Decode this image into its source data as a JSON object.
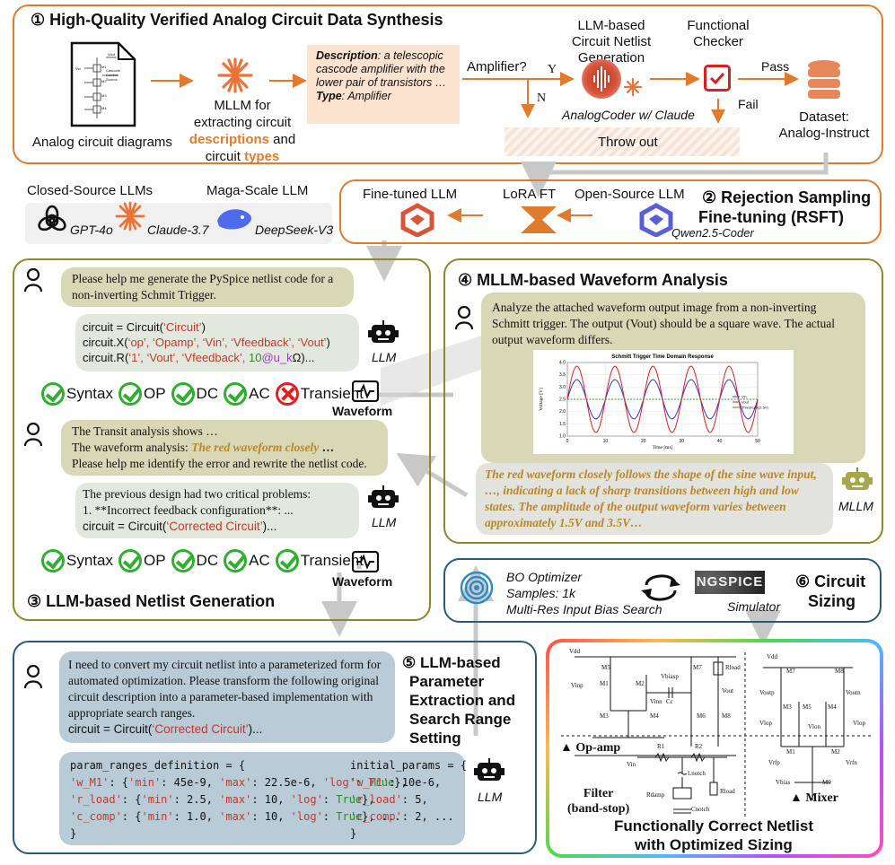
{
  "colors": {
    "orange": "#e07a2c",
    "olive": "#8a8a2c",
    "navy": "#2a5a7a",
    "olive_bubble": "#d9d8b6",
    "sage_bubble": "#e3e8df",
    "gray_bubble": "#e3e3dd",
    "blue_bubble": "#b9cbd6",
    "gold": "#b8862b"
  },
  "s1": {
    "title": "① High-Quality Verified Analog Circuit Data Synthesis",
    "diagram_label": "Analog circuit diagrams",
    "mllm_line1": "MLLM for",
    "mllm_line2": "extracting circuit",
    "mllm_desc": "descriptions",
    "mllm_and": " and",
    "mllm_circuit": "circuit ",
    "mllm_types": "types",
    "desc_label": "Description",
    "desc_text": ": a telescopic cascode amplifier with the lower pair of transistors …",
    "type_label": "Type",
    "type_text": ": Amplifier",
    "question": "Amplifier?",
    "yes": "Y",
    "no": "N",
    "gen_title": "LLM-based Circuit Netlist Generation",
    "gen_sub": "AnalogCoder w/ Claude",
    "checker_title": "Functional Checker",
    "pass": "Pass",
    "fail": "Fail",
    "throw": "Throw out",
    "dataset": "Dataset:",
    "dataset2": "Analog-Instruct",
    "mini": {
      "vout": "Vout",
      "vin": "Vin",
      "m1": "M1",
      "m2": "M2",
      "m3": "M3",
      "m4": "M4",
      "cascode": "Cascode",
      "current": "Current",
      "source": "Source"
    }
  },
  "s2": {
    "closed": "Closed-Source LLMs",
    "mega": "Maga-Scale LLM",
    "gpt": "GPT-4o",
    "claude": "Claude-3.7",
    "deepseek": "DeepSeek-V3",
    "finetuned": "Fine-tuned LLM",
    "lora": "LoRA FT",
    "open": "Open-Source LLM",
    "qwen": "Qwen2.5-Coder",
    "title1": "② Rejection Sampling",
    "title2": "Fine-tuning (RSFT)"
  },
  "s3": {
    "prompt": "Please help me generate the PySpice netlist code for a non-inverting Schmit Trigger.",
    "code1_l1a": "circuit = Circuit(",
    "code1_l1b": "‘Circuit’",
    "code1_l1c": ")",
    "code1_l2a": "circuit.X(",
    "code1_l2b": "‘op’, ‘Opamp’, ‘Vin’, ‘Vfeedback’, ‘Vout’",
    "code1_l2c": ")",
    "code1_l3a": "circuit.R(",
    "code1_l3b": "‘1’, ‘Vout’, ‘Vfeedback’, ",
    "code1_l3c": "10",
    "code1_l3d": "@u_k",
    "code1_l3e": "Ω)...",
    "llm": "LLM",
    "syntax": "Syntax",
    "op": "OP",
    "dc": "DC",
    "ac": "AC",
    "transient": "Transient",
    "waveform": "Waveform",
    "fb_l1": "The Transit analysis shows …",
    "fb_l2a": "The waveform analysis: ",
    "fb_l2b": "The red waveform closely",
    "fb_l2c": " …",
    "fb_l3": "Please help me identify the error and rewrite the netlist code.",
    "ans_l1": "The previous design had two critical problems:",
    "ans_l2": "1. **Incorrect feedback configuration**: ...",
    "ans_l3a": "circuit = Circuit(",
    "ans_l3b": "‘Corrected Circuit’",
    "ans_l3c": ")...",
    "title": "③ LLM-based Netlist Generation"
  },
  "s4": {
    "title": "④ MLLM-based Waveform Analysis",
    "prompt": "Analyze the attached waveform output image from a non-inverting Schmitt trigger. The output (Vout) should be a square wave. The actual output waveform differs.",
    "answer": "The red waveform closely follows the shape of the sine wave input, …, indicating a lack of sharp transitions between high and low states. The amplitude of the output waveform varies between approximately 1.5V and 3.5V…",
    "mllm": "MLLM"
  },
  "chart_data": {
    "type": "line",
    "title": "Schmitt Trigger Time Domain Response",
    "xlabel": "Time [ms]",
    "ylabel": "Voltage [V]",
    "xlim": [
      0,
      50
    ],
    "ylim": [
      1.0,
      4.0
    ],
    "xticks": [
      0,
      10,
      20,
      30,
      40,
      50
    ],
    "yticks": [
      1.0,
      1.5,
      2.0,
      2.5,
      3.0,
      3.5,
      4.0
    ],
    "grid": true,
    "legend": "right",
    "series": [
      {
        "name": "Vin",
        "color": "#3333cc",
        "offset": 2.5,
        "amplitude": 0.8,
        "period_ms": 10
      },
      {
        "name": "Vout",
        "color": "#d42020",
        "offset": 2.5,
        "amplitude": 1.35,
        "period_ms": 10
      },
      {
        "name": "Threshold (2.5V)",
        "color": "#2a9a2a",
        "constant": 2.5
      }
    ]
  },
  "s5": {
    "prompt": "I need to convert my circuit netlist into a parameterized form for automated optimization. Please transform the following original circuit description into a parameter-based implementation with appropriate search ranges.",
    "prompt_code_a": "circuit = Circuit(",
    "prompt_code_b": "‘Corrected Circuit’",
    "prompt_code_c": ")...",
    "title1": "⑤ LLM-based",
    "title2": "Parameter",
    "title3": "Extraction and",
    "title4": "Search Range",
    "title5": "Setting",
    "ranges_head": "param_ranges_definition = {",
    "r1_key": "'w_M1'",
    "r1_body_a": ": {",
    "r1_min": "'min'",
    "r1_min_v": ": 45e-9, ",
    "r1_max": "'max'",
    "r1_max_v": ": 22.5e-6, ",
    "r1_log": "'log'",
    "r1_log_v": ": ",
    "r1_true": "True",
    "r1_end": "},",
    "r2_key": "'r_load'",
    "r2_min_v": ": 2.5, ",
    "r2_max_v": ": 10, ",
    "r3_key": "'c_comp'",
    "r3_min_v": ": 1.0, ",
    "r3_max_v": ": 10, ",
    "r3_end": "}, ...",
    "close": "}",
    "init_head": "initial_params = {",
    "i1_key": "'w_M1'",
    "i1_v": ": 10e-6,",
    "i2_key": "'r_load'",
    "i2_v": ": 5,",
    "i3_key": "'c_comp'",
    "i3_v": ": 2, ...",
    "llm": "LLM"
  },
  "s6": {
    "bo": "BO Optimizer",
    "samples": "Samples: 1k",
    "multires": "Multi-Res Input Bias Search",
    "ngspice": "NGSPICE",
    "simulator": "Simulator",
    "title1": "⑥ Circuit",
    "title2": "Sizing"
  },
  "s7": {
    "opamp": "▲ Op-amp",
    "filter1": "Filter",
    "filter2": "(band-stop)",
    "mixer": "▲ Mixer",
    "caption1": "Functionally Correct Netlist",
    "caption2": "with Optimized Sizing",
    "labels": {
      "vdd": "Vdd",
      "m5": "M5",
      "m7": "M7",
      "vbiasp": "Vbiasp",
      "rload": "Rload",
      "vinp": "Vinp",
      "vinn": "Vinn",
      "m1": "M1",
      "m2": "M2",
      "cc": "Cc",
      "vout": "Vout",
      "m3": "M3",
      "m4": "M4",
      "m6": "M6",
      "m8": "M8",
      "r1": "R1",
      "r2": "R2",
      "vin": "Vin",
      "lnotch": "Lnotch",
      "rdamp": "Rdamp",
      "cnotch": "Cnotch",
      "rload2": "Rload",
      "voutp": "Voutp",
      "voutn": "Voutn",
      "vlop": "Vlop",
      "vlon": "Vlon",
      "vrfp": "Vrfp",
      "vrfn": "Vrfn",
      "vbias": "Vbias",
      "m9": "M9"
    }
  }
}
